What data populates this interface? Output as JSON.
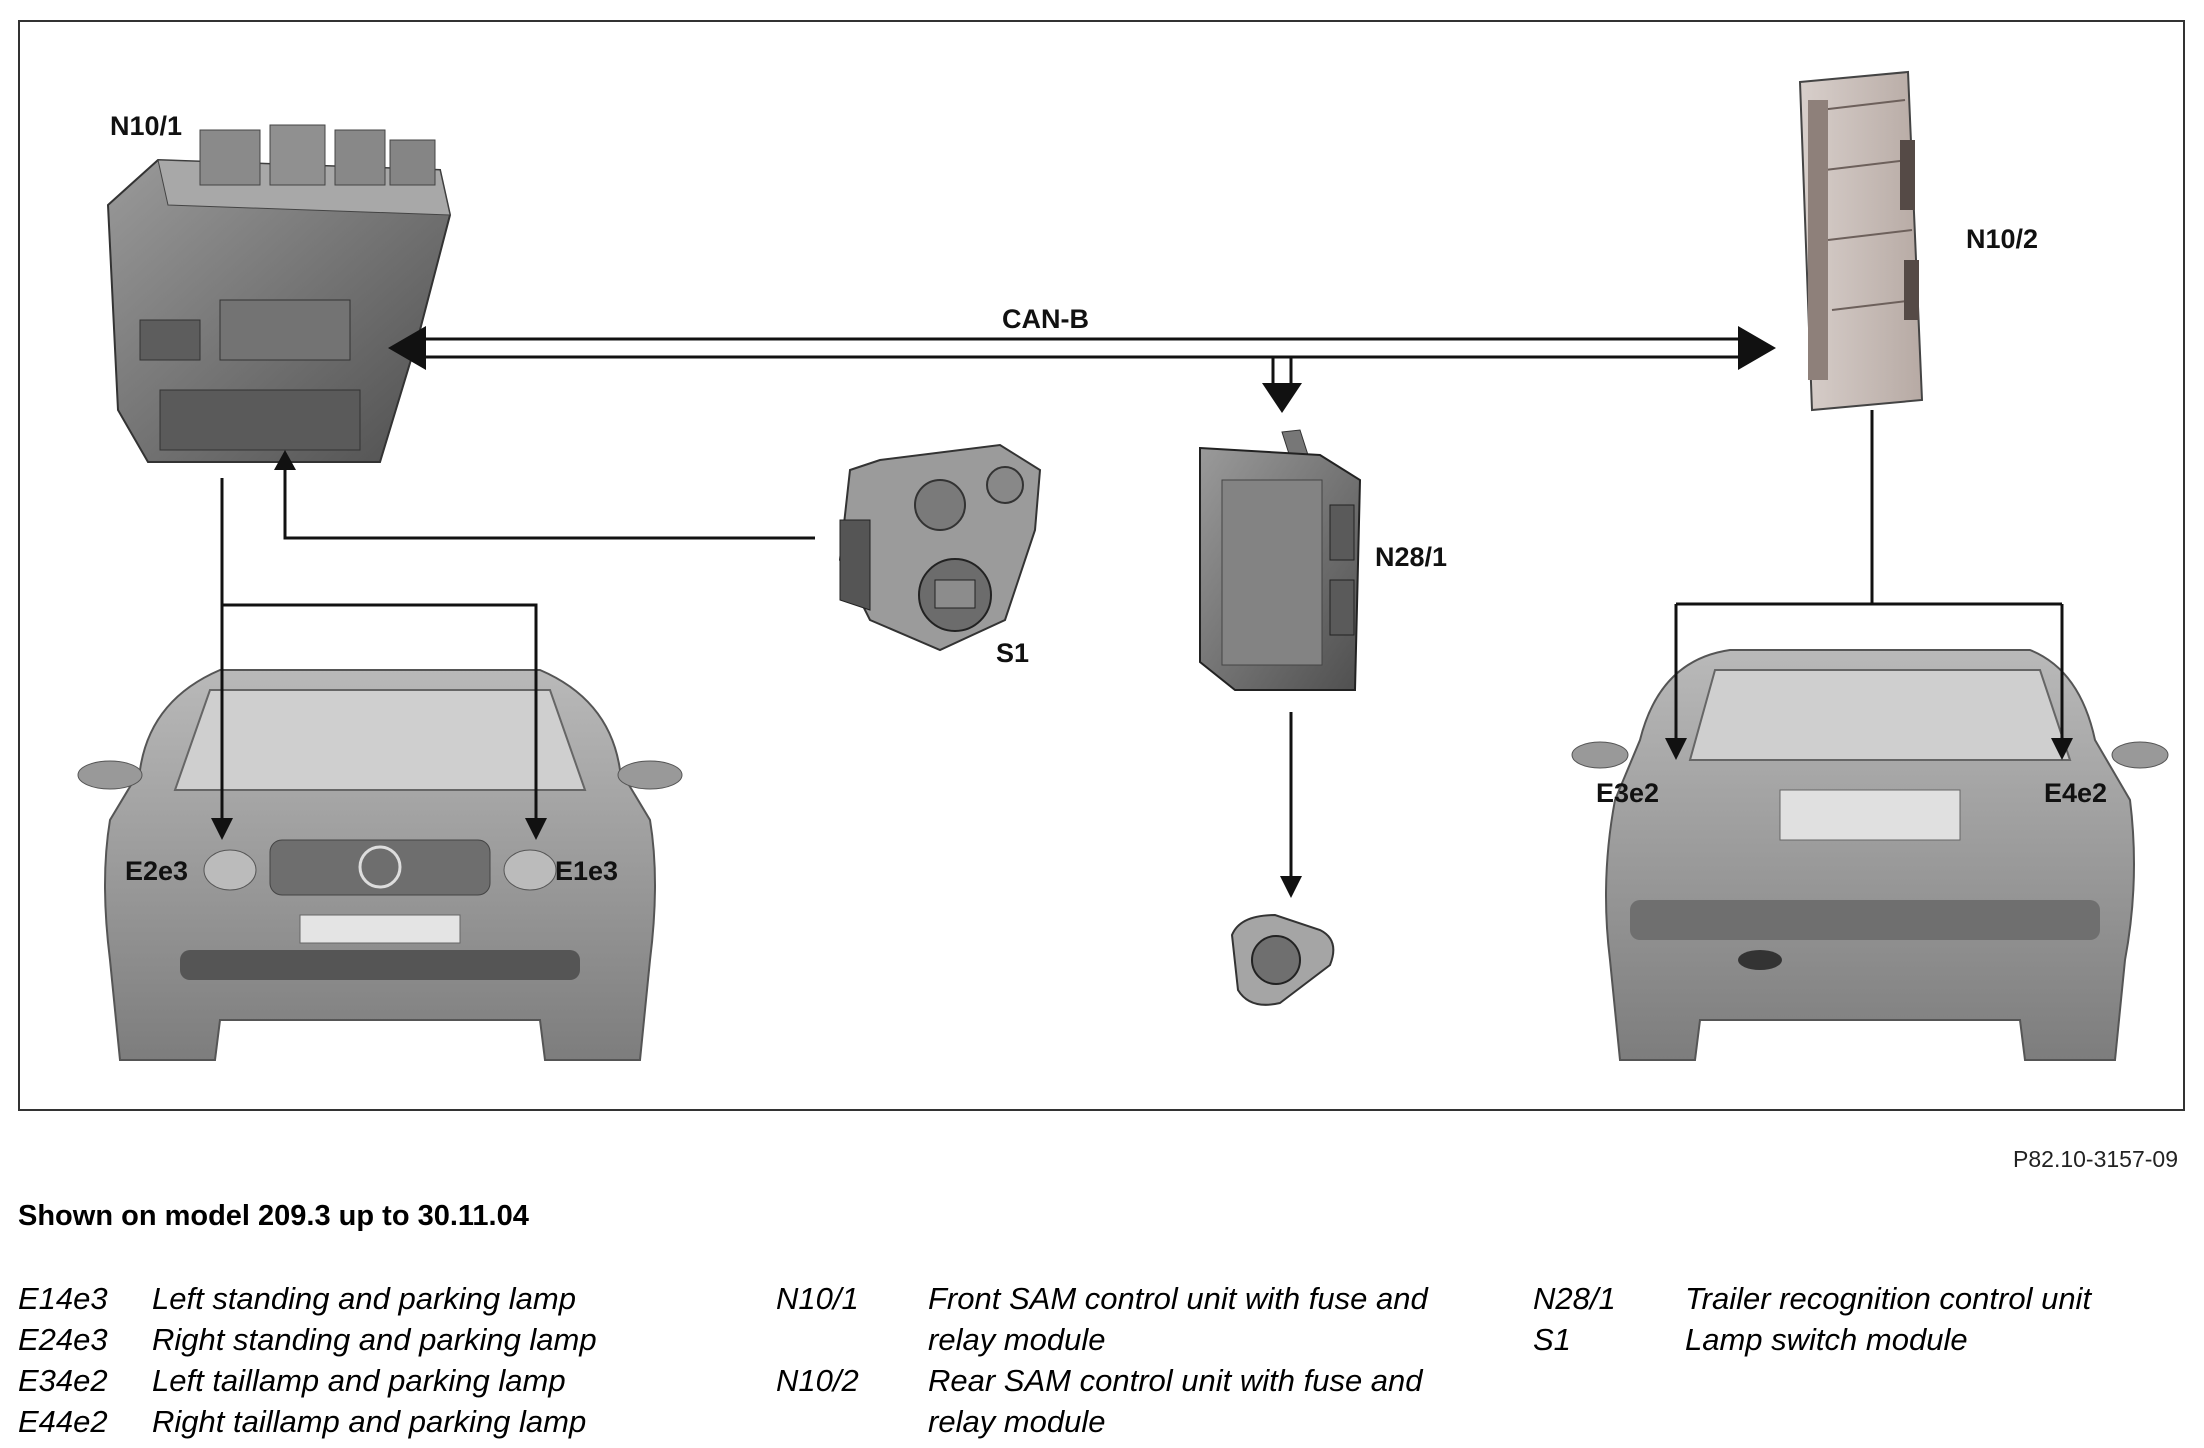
{
  "labels": {
    "front_sam": "N10/1",
    "rear_sam": "N10/2",
    "bus": "CAN-B",
    "trailer_unit": "N28/1",
    "lamp_switch": "S1",
    "front_left_lamp": "E2e3",
    "front_right_lamp": "E1e3",
    "rear_left_lamp": "E3e2",
    "rear_right_lamp": "E4e2"
  },
  "reference": "P82.10-3157-09",
  "caption": "Shown on model 209.3 up to 30.11.04",
  "legend": {
    "col1": [
      {
        "code": "E14e3",
        "desc": "Left standing and parking lamp"
      },
      {
        "code": "E24e3",
        "desc": "Right standing and parking lamp"
      },
      {
        "code": "E34e2",
        "desc": "Left taillamp and parking lamp"
      },
      {
        "code": "E44e2",
        "desc": "Right taillamp and parking lamp"
      }
    ],
    "col2": [
      {
        "code": "N10/1",
        "desc": "Front SAM control unit with fuse and relay module"
      },
      {
        "code": "N10/2",
        "desc": "Rear SAM control unit with fuse and relay module"
      }
    ],
    "col3": [
      {
        "code": "N28/1",
        "desc": "Trailer recognition control unit"
      },
      {
        "code": "S1",
        "desc": "Lamp switch module"
      }
    ]
  },
  "colors": {
    "line": "#111111",
    "car_body": "#8f8f8f",
    "module": "#6e6e6e",
    "rear_module": "#c9bdb8"
  }
}
